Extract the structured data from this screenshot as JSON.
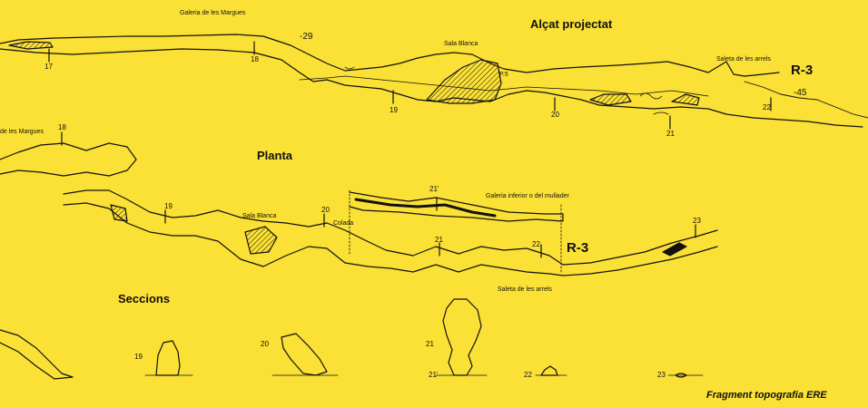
{
  "sections": {
    "elevation": "Alçat projectat",
    "plan": "Planta",
    "cross_sections": "Seccions"
  },
  "elevation_labels": {
    "galeria_margues": "Galeria de les Margues",
    "sala_blanca": "Sala Blanca",
    "p5": "P.5",
    "saleta_arrels": "Saleta de les arrels",
    "r3": "R-3",
    "depth_29": "-29",
    "depth_45": "-45",
    "st17": "17",
    "st18": "18",
    "st19": "19",
    "st20": "20",
    "st21": "21",
    "st22": "22"
  },
  "plan_labels": {
    "galeria_margues": "de les Margues",
    "st18": "18",
    "sala_blanca": "Sala Blanca",
    "st19": "19",
    "st20": "20",
    "colada": "Colada",
    "st21p": "21'",
    "galeria_inferior": "Galeria inferior o del mullader",
    "st21": "21",
    "st22": "22",
    "r3": "R-3",
    "st23": "23",
    "saleta_arrels": "Saleta de les arrels"
  },
  "section_labels": {
    "s19": "19",
    "s20": "20",
    "s21": "21",
    "s21p": "21'",
    "s22": "22",
    "s23": "23"
  },
  "credit": "Fragment topografia ERE",
  "colors": {
    "background": "#fbe035",
    "ink": "#111111"
  }
}
